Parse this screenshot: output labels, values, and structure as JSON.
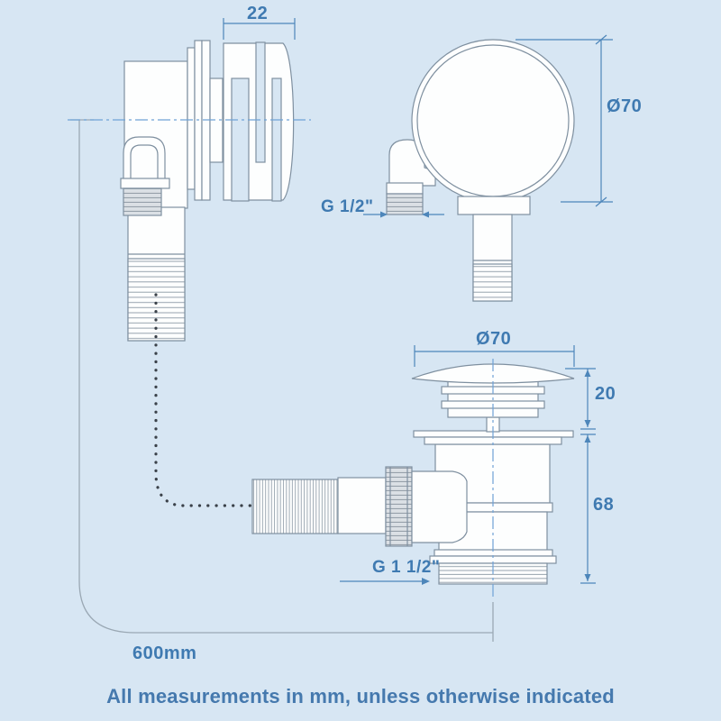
{
  "diagram": {
    "title_note": "All measurements in mm, unless otherwise indicated",
    "labels": {
      "overflow_clamp_width": "22",
      "overflow_face_diameter": "Ø70",
      "overflow_thread": "G 1/2\"",
      "waste_cap_diameter": "Ø70",
      "waste_cap_height": "20",
      "waste_body_height": "68",
      "waste_thread": "G 1 1/2\"",
      "hose_length": "600mm"
    },
    "colors": {
      "background": "#d7e6f3",
      "outline": "#7f90a0",
      "fill": "#fdfefe",
      "thread_fill": "#dbe0e5",
      "dimension_blue": "#4d86ba",
      "text_blue": "#3f7ab1",
      "centerline_blue": "#6fa2d6",
      "chain_dot": "#3a4149"
    }
  }
}
